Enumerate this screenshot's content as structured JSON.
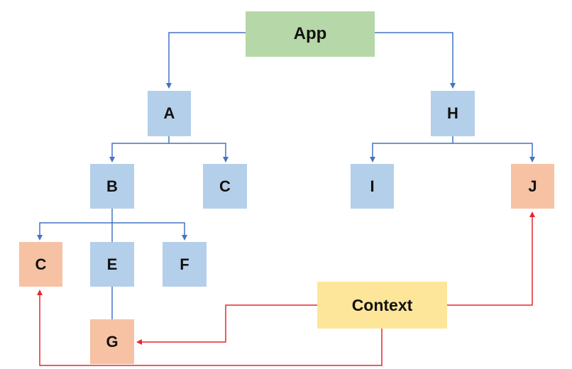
{
  "diagram": {
    "nodes": {
      "app": {
        "label": "App",
        "color": "#b6d7a8"
      },
      "a": {
        "label": "A",
        "color": "#b4cfe9"
      },
      "h": {
        "label": "H",
        "color": "#b4cfe9"
      },
      "b": {
        "label": "B",
        "color": "#b4cfe9"
      },
      "c_top": {
        "label": "C",
        "color": "#b4cfe9"
      },
      "i": {
        "label": "I",
        "color": "#b4cfe9"
      },
      "j": {
        "label": "J",
        "color": "#f6c2a3"
      },
      "c_bottom": {
        "label": "C",
        "color": "#f6c2a3"
      },
      "e": {
        "label": "E",
        "color": "#b4cfe9"
      },
      "f": {
        "label": "F",
        "color": "#b4cfe9"
      },
      "g": {
        "label": "G",
        "color": "#f6c2a3"
      },
      "context": {
        "label": "Context",
        "color": "#fde69a"
      }
    },
    "edge_colors": {
      "tree": "#4472c4",
      "context": "#e8262b"
    }
  }
}
